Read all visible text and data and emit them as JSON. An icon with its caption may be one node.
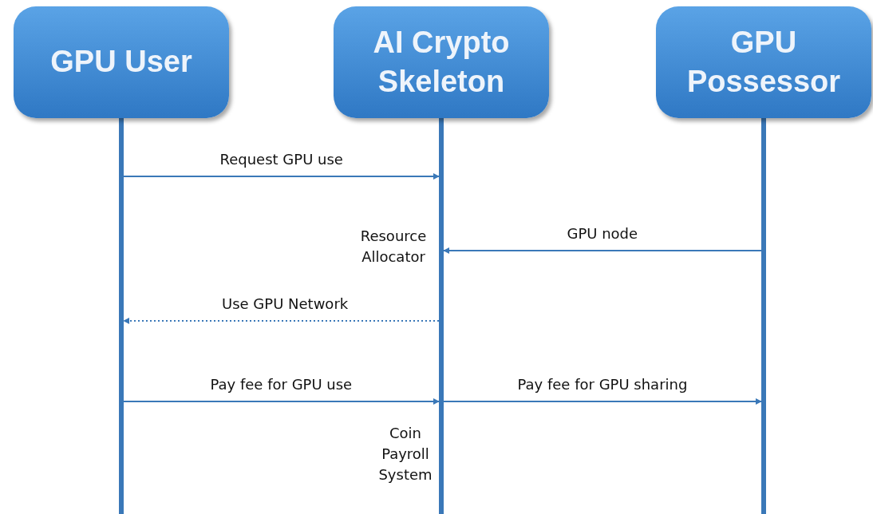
{
  "diagram": {
    "nodes": [
      {
        "text": [
          "GPU User"
        ]
      },
      {
        "text": [
          "AI Crypto Skeleton"
        ]
      },
      {
        "text": [
          "GPU Possessor"
        ]
      }
    ],
    "edges": [
      {
        "from": 0,
        "to": 1,
        "arrow": "to",
        "label": "Request GPU use"
      },
      {
        "from": 2,
        "to": 1,
        "arrow": "to",
        "label": "GPU node"
      },
      {
        "from": 1,
        "to": 0,
        "arrow": "to",
        "label": "Use GPU Network",
        "style": "dashed"
      },
      {
        "from": 0,
        "to": 1,
        "arrow": "to",
        "label": "Pay fee for GPU use"
      },
      {
        "from": 1,
        "to": 2,
        "arrow": "to",
        "label": "Pay fee for GPU sharing"
      }
    ],
    "labels": [
      "Resource Allocator",
      "Coin Payroll System"
    ]
  }
}
